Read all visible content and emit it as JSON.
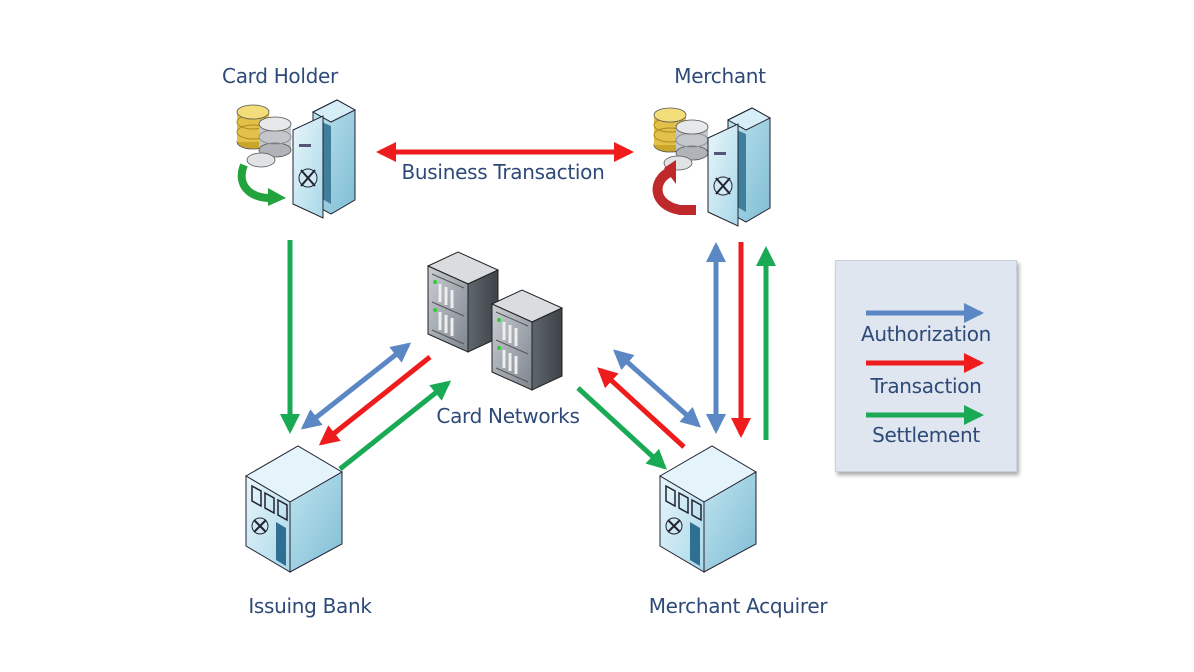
{
  "nodes": {
    "card_holder": "Card Holder",
    "merchant": "Merchant",
    "card_networks": "Card Networks",
    "issuing_bank": "Issuing Bank",
    "merchant_acquirer": "Merchant Acquirer"
  },
  "business_transaction": "Business Transaction",
  "legend": {
    "items": [
      {
        "label": "Authorization",
        "color": "#5b87c5"
      },
      {
        "label": "Transaction",
        "color": "#ee1c1c"
      },
      {
        "label": "Settlement",
        "color": "#1aaa55"
      }
    ]
  },
  "colors": {
    "authorization": "#5b87c5",
    "transaction": "#ee1c1c",
    "settlement": "#1aaa55",
    "text": "#2e4a78"
  }
}
